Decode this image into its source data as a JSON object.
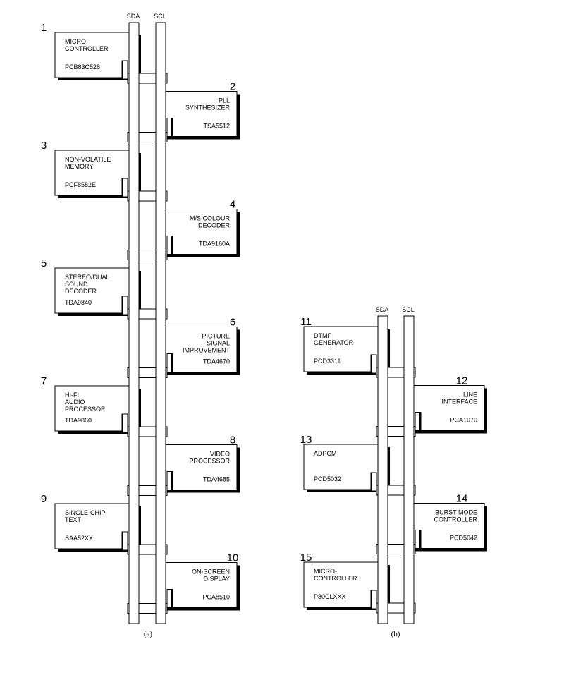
{
  "diagram_a": {
    "caption": "(a)",
    "bus_labels": {
      "sda": "SDA",
      "scl": "SCL"
    },
    "devices": [
      {
        "number": "1",
        "name": [
          "MICRO-",
          "CONTROLLER"
        ],
        "part": "PCB83C528"
      },
      {
        "number": "2",
        "name": [
          "PLL",
          "SYNTHESIZER"
        ],
        "part": "TSA5512"
      },
      {
        "number": "3",
        "name": [
          "NON-VOLATILE",
          "MEMORY"
        ],
        "part": "PCF8582E"
      },
      {
        "number": "4",
        "name": [
          "M/S COLOUR",
          "DECODER"
        ],
        "part": "TDA9160A"
      },
      {
        "number": "5",
        "name": [
          "STEREO/DUAL",
          "SOUND",
          "DECODER"
        ],
        "part": "TDA9840"
      },
      {
        "number": "6",
        "name": [
          "PICTURE",
          "SIGNAL",
          "IMPROVEMENT"
        ],
        "part": "TDA4670"
      },
      {
        "number": "7",
        "name": [
          "HI-FI",
          "AUDIO",
          "PROCESSOR"
        ],
        "part": "TDA9860"
      },
      {
        "number": "8",
        "name": [
          "VIDEO",
          "PROCESSOR"
        ],
        "part": "TDA4685"
      },
      {
        "number": "9",
        "name": [
          "SINGLE-CHIP",
          "TEXT"
        ],
        "part": "SAA52XX"
      },
      {
        "number": "10",
        "name": [
          "ON-SCREEN",
          "DISPLAY"
        ],
        "part": "PCA8510"
      }
    ]
  },
  "diagram_b": {
    "caption": "(b)",
    "bus_labels": {
      "sda": "SDA",
      "scl": "SCL"
    },
    "devices": [
      {
        "number": "11",
        "name": [
          "DTMF",
          "GENERATOR"
        ],
        "part": "PCD3311"
      },
      {
        "number": "12",
        "name": [
          "LINE",
          "INTERFACE"
        ],
        "part": "PCA1070"
      },
      {
        "number": "13",
        "name": [
          "ADPCM"
        ],
        "part": "PCD5032"
      },
      {
        "number": "14",
        "name": [
          "BURST MODE",
          "CONTROLLER"
        ],
        "part": "PCD5042"
      },
      {
        "number": "15",
        "name": [
          "MICRO-",
          "CONTROLLER"
        ],
        "part": "P80CLXXX"
      }
    ]
  }
}
